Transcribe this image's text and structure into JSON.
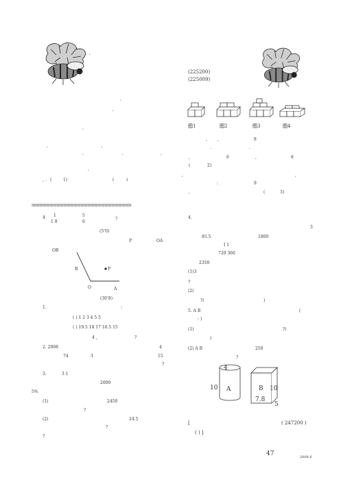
{
  "top_right": {
    "code1": "(225200)",
    "code2": "(225009)",
    "fig_labels": [
      "图1",
      "图2",
      "图3",
      "图4"
    ]
  },
  "left_intro": {
    "marks": [
      ",",
      ",",
      ",",
      ",",
      ",",
      ",",
      ",",
      ",",
      ",",
      ",",
      ",",
      "."
    ],
    "paren1": "(",
    "one": "1)",
    "paren2": "(",
    "close2": ")"
  },
  "right_intro": {
    "r1": "8",
    "r2a": "6",
    "r2b": "8",
    "r3": "(",
    "r3b": "2)",
    "r4a": ":",
    "r4b": "9",
    "r5a": "(",
    "r5b": "3)"
  },
  "divider": "§§§§§§§§§§§§§§§§§§§§§§§§§§§§§§§§§§§§§§§§§§§§§§§§§§§§§§§§§§",
  "left_col": {
    "q4": "4",
    "q4a": "1",
    "q4b": "5",
    "q4q": "?",
    "q4c": "1 8",
    "q4d": "6",
    "q4e": "(5’0)",
    "q4f": "P",
    "q4g": "OA",
    "ob": "OB",
    "angle_B": "B",
    "angle_P": "P",
    "angle_O": "O",
    "angle_A": "A",
    "q4h": "(30’8)",
    "s1": "1.",
    "s1a": ":",
    "row1": "(    )  1      2      3      4    5        5",
    "row2": "(    ) 19.5   18    17  16.5         15",
    "s1b": "4  ,",
    "s1q": "?",
    "s2": "2.  2008",
    "s2a": "4",
    "s2b": "74",
    "s2c": "3",
    "s2d": "15",
    "s2q": "?",
    "s3": "3.",
    "s3a": "3   1",
    "s3b": "2000",
    "s3c": "5%",
    "s3d": "(1)",
    "s3e": "2450",
    "s3q": "?",
    "s3f": "(2)",
    "s3g": "24.5",
    "s3q2": "?",
    "s3q3": "?"
  },
  "right_col": {
    "r4": "4.",
    "r4a": "3",
    "r4b": "85.5",
    "r4c": "1800",
    "r4d": "I      1",
    "r4e": "720      360",
    "r4f": "2350",
    "r4g": "(1)3",
    "r4h": "?",
    "r4i": "(2)",
    "r4j": "?(",
    "r4k": ")",
    "r5": "5.      A  B",
    "r5a": "(",
    "r5b": ":    )",
    "r5c": "(1)",
    "r5d": "?(",
    "r5e": ")",
    "r5f": "(2)    A  B",
    "r5g": "250",
    "r5q": "?",
    "cyl_top": "4",
    "cyl_side": "10",
    "cyl_label": "A",
    "box_label": "B",
    "box_side": "10",
    "box_front": "7.8",
    "box_depth": "5"
  },
  "footer": {
    "bracket_open": "[",
    "code": "( 247200 )",
    "bottom": "(           )        ]",
    "page": "47",
    "date": "2008  6"
  }
}
